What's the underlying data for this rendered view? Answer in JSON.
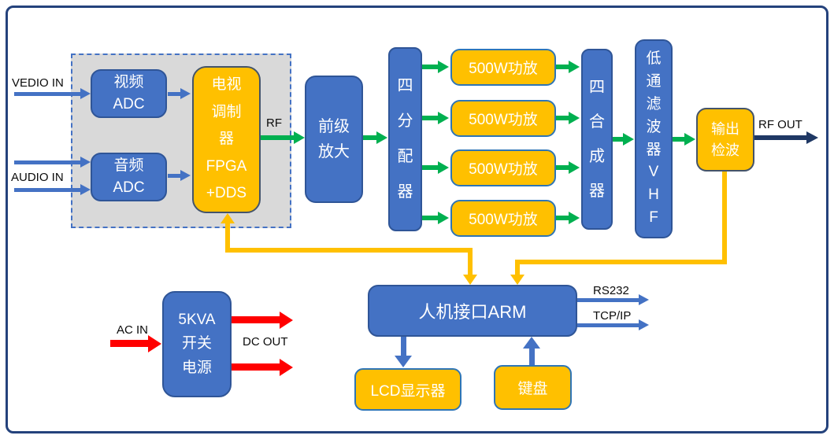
{
  "colors": {
    "blue_fill": "#4472C4",
    "blue_border": "#2F5597",
    "yellow_fill": "#FFC000",
    "yellow_border": "#44546A",
    "pa_border": "#2E75B6",
    "green": "#00B050",
    "red": "#FF0000",
    "navy": "#1F3864",
    "gray_fill": "#D9D9D9",
    "dashed_border": "#4472C4",
    "frame": "#24427C"
  },
  "labels": {
    "vedio_in": "VEDIO IN",
    "audio_in": "AUDIO IN",
    "rf": "RF",
    "rf_out": "RF OUT",
    "rs232": "RS232",
    "tcpip": "TCP/IP",
    "ac_in": "AC IN",
    "dc_out": "DC OUT"
  },
  "blocks": {
    "video_adc": "视频\nADC",
    "audio_adc": "音频\nADC",
    "modulator": "电视\n调制\n器\nFPGA\n+DDS",
    "preamp": "前级\n放大",
    "splitter": "四\n分\n配\n器",
    "pa1": "500W功放",
    "pa2": "500W功放",
    "pa3": "500W功放",
    "pa4": "500W功放",
    "combiner": "四\n合\n成\n器",
    "lpf": "低\n通\n滤\n波\n器\nV\nH\nF",
    "detector": "输出\n检波",
    "arm": "人机接口ARM",
    "lcd": "LCD显示器",
    "keyboard": "键盘",
    "psu": "5KVA\n开关\n电源"
  }
}
